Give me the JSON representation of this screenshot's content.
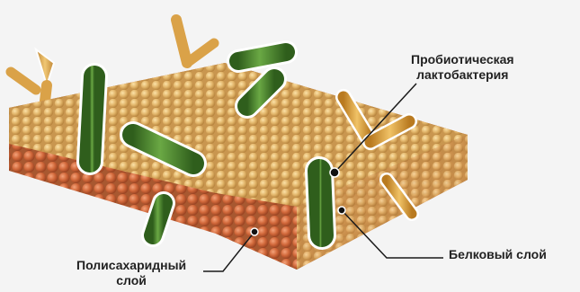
{
  "labels": {
    "probiotic_line1": "Пробиотическая",
    "probiotic_line2": "лактобактерия",
    "protein_layer": "Белковый слой",
    "polysaccharide_line1": "Полисахаридный",
    "polysaccharide_line2": "слой"
  },
  "colors": {
    "background": "#f4f4f4",
    "bead_light": "#e2b56a",
    "bead_shadow": "#b9863f",
    "bead_outer": "#d2693b",
    "bacteria_green": "#4f8a2e",
    "bacteria_highlight": "#a9d17a",
    "antibody_orange": "#e0a33b",
    "leader_line": "#1a1a1a"
  },
  "icons": {
    "bacterium": "rod-shaped-bacterium-icon",
    "antibody": "y-shaped-antibody-icon",
    "callout_dot": "callout-marker"
  }
}
